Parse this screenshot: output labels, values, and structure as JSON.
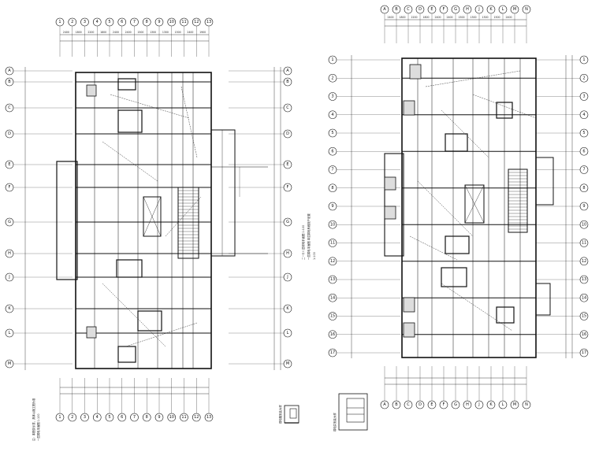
{
  "left_plan": {
    "top_axes": [
      "1",
      "2",
      "3",
      "4",
      "5",
      "6",
      "7",
      "8",
      "9",
      "10",
      "11",
      "12",
      "13"
    ],
    "bottom_axes": [
      "1",
      "2",
      "3",
      "4",
      "5",
      "6",
      "7",
      "8",
      "9",
      "10",
      "11",
      "12",
      "13"
    ],
    "side_axes": [
      "A",
      "B",
      "C",
      "D",
      "E",
      "F",
      "G",
      "H",
      "J",
      "K",
      "L",
      "M"
    ],
    "top_dims": [
      "2400",
      "1800",
      "2200",
      "1800",
      "2400",
      "2400",
      "1500",
      "1300",
      "1300",
      "1500",
      "2400",
      "1900"
    ],
    "title": "一层弱电平面图  1:100"
  },
  "right_plan": {
    "top_axes": [
      "A",
      "B",
      "C",
      "D",
      "E",
      "F",
      "G",
      "H",
      "J",
      "K",
      "L",
      "M",
      "N"
    ],
    "bottom_axes": [
      "A",
      "B",
      "C",
      "D",
      "E",
      "F",
      "G",
      "H",
      "J",
      "K",
      "L",
      "M",
      "N"
    ],
    "side_axes": [
      "1",
      "2",
      "3",
      "4",
      "5",
      "6",
      "7",
      "8",
      "9",
      "10",
      "11",
      "12",
      "13",
      "14",
      "15",
      "16",
      "17"
    ],
    "top_dims": [
      "2400",
      "1800",
      "2200",
      "1800",
      "2400",
      "2400",
      "1500",
      "1300",
      "1300",
      "1500",
      "2400"
    ],
    "title": "二~十八层弱电平面图  1:100"
  },
  "details": [
    {
      "label": "弱电箱安装大样"
    },
    {
      "label": "弱电井安装大样"
    }
  ],
  "notes": {
    "left_vertical": "注：本图仅示意，具体以施工图为准",
    "mid_vertical": "一层弱电平面图  本层弱电系统按户设置",
    "mid_small": "1:100"
  }
}
